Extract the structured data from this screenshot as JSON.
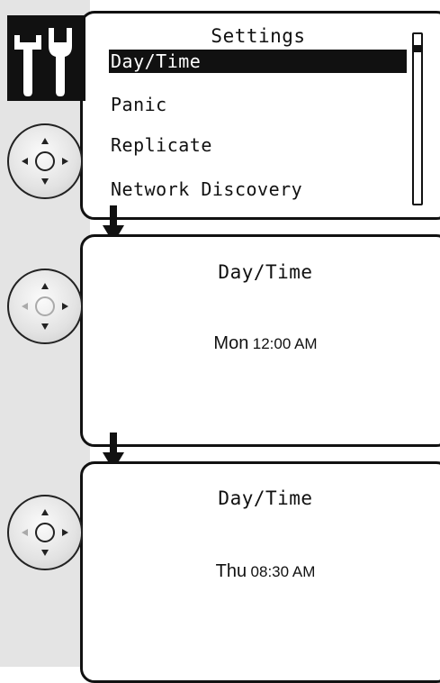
{
  "settings_screen": {
    "title": "Settings",
    "menu_items": [
      {
        "label": "Day/Time",
        "selected": true
      },
      {
        "label": "Panic",
        "selected": false
      },
      {
        "label": "Replicate",
        "selected": false
      },
      {
        "label": "Network Discovery",
        "selected": false
      }
    ]
  },
  "daytime_screen_1": {
    "title": "Day/Time",
    "day": "Mon",
    "time": "12:00 AM"
  },
  "daytime_screen_2": {
    "title": "Day/Time",
    "day": "Thu",
    "time": "08:30 AM"
  },
  "icons": {
    "settings": "tools-icon",
    "navigation": "dpad-icon",
    "flow": "arrow-down-icon"
  },
  "colors": {
    "sidebar": "#e4e4e4",
    "border": "#111111",
    "selection": "#111111"
  }
}
